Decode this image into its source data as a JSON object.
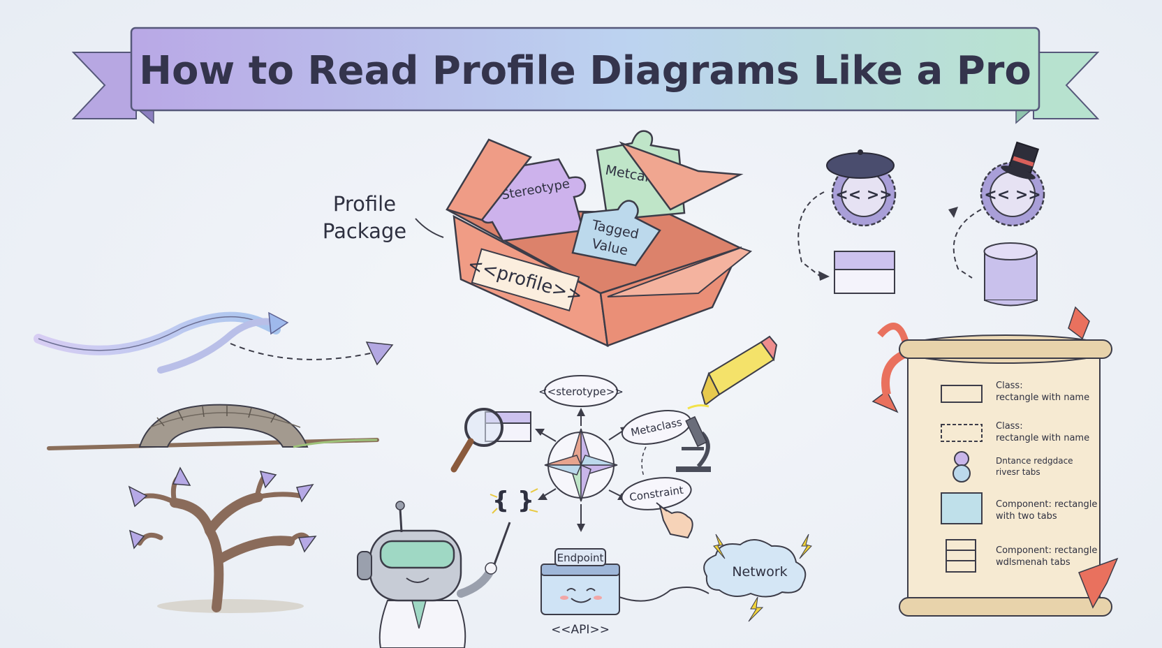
{
  "title": "How to Read Profile Diagrams Like a Pro",
  "profile_package": {
    "label_line1": "Profile",
    "label_line2": "Package",
    "box_label": "<<profile>>",
    "pieces": [
      "Stereotype",
      "Metcallass",
      "Tagged",
      "Value"
    ]
  },
  "compass": {
    "top": "<<sterotype>>",
    "right_upper": "Metaclass",
    "right_lower": "Constraint",
    "braces": "{ }",
    "endpoint_tab": "Endpoint",
    "endpoint_label": "<<API>>",
    "network": "Network"
  },
  "stereotype_badges": [
    "<< >>",
    "<< >>"
  ],
  "legend": {
    "items": [
      {
        "shape": "rect",
        "line1": "Class:",
        "line2": "rectangle with name"
      },
      {
        "shape": "dashed-rect",
        "line1": "Class:",
        "line2": "rectangle with name"
      },
      {
        "shape": "lollipop",
        "line1": "Dntance redgdace",
        "line2": "rivesr tabs"
      },
      {
        "shape": "component",
        "line1": "Component: rectangle",
        "line2": "with two tabs"
      },
      {
        "shape": "stacked",
        "line1": "Component: rectangle",
        "line2": "wdlsmenah tabs"
      }
    ]
  },
  "colors": {
    "banner_left": "#b9a8e6",
    "banner_mid": "#bcd3f0",
    "banner_right": "#b8e3cf",
    "box": "#f29a82",
    "purple": "#c7b0ea",
    "green": "#bfe5c8",
    "blue": "#bcd9ec",
    "lavender": "#cfc8f0",
    "parchment": "#f6ead2",
    "ribbon": "#e9715e",
    "ink": "#2e3040"
  }
}
